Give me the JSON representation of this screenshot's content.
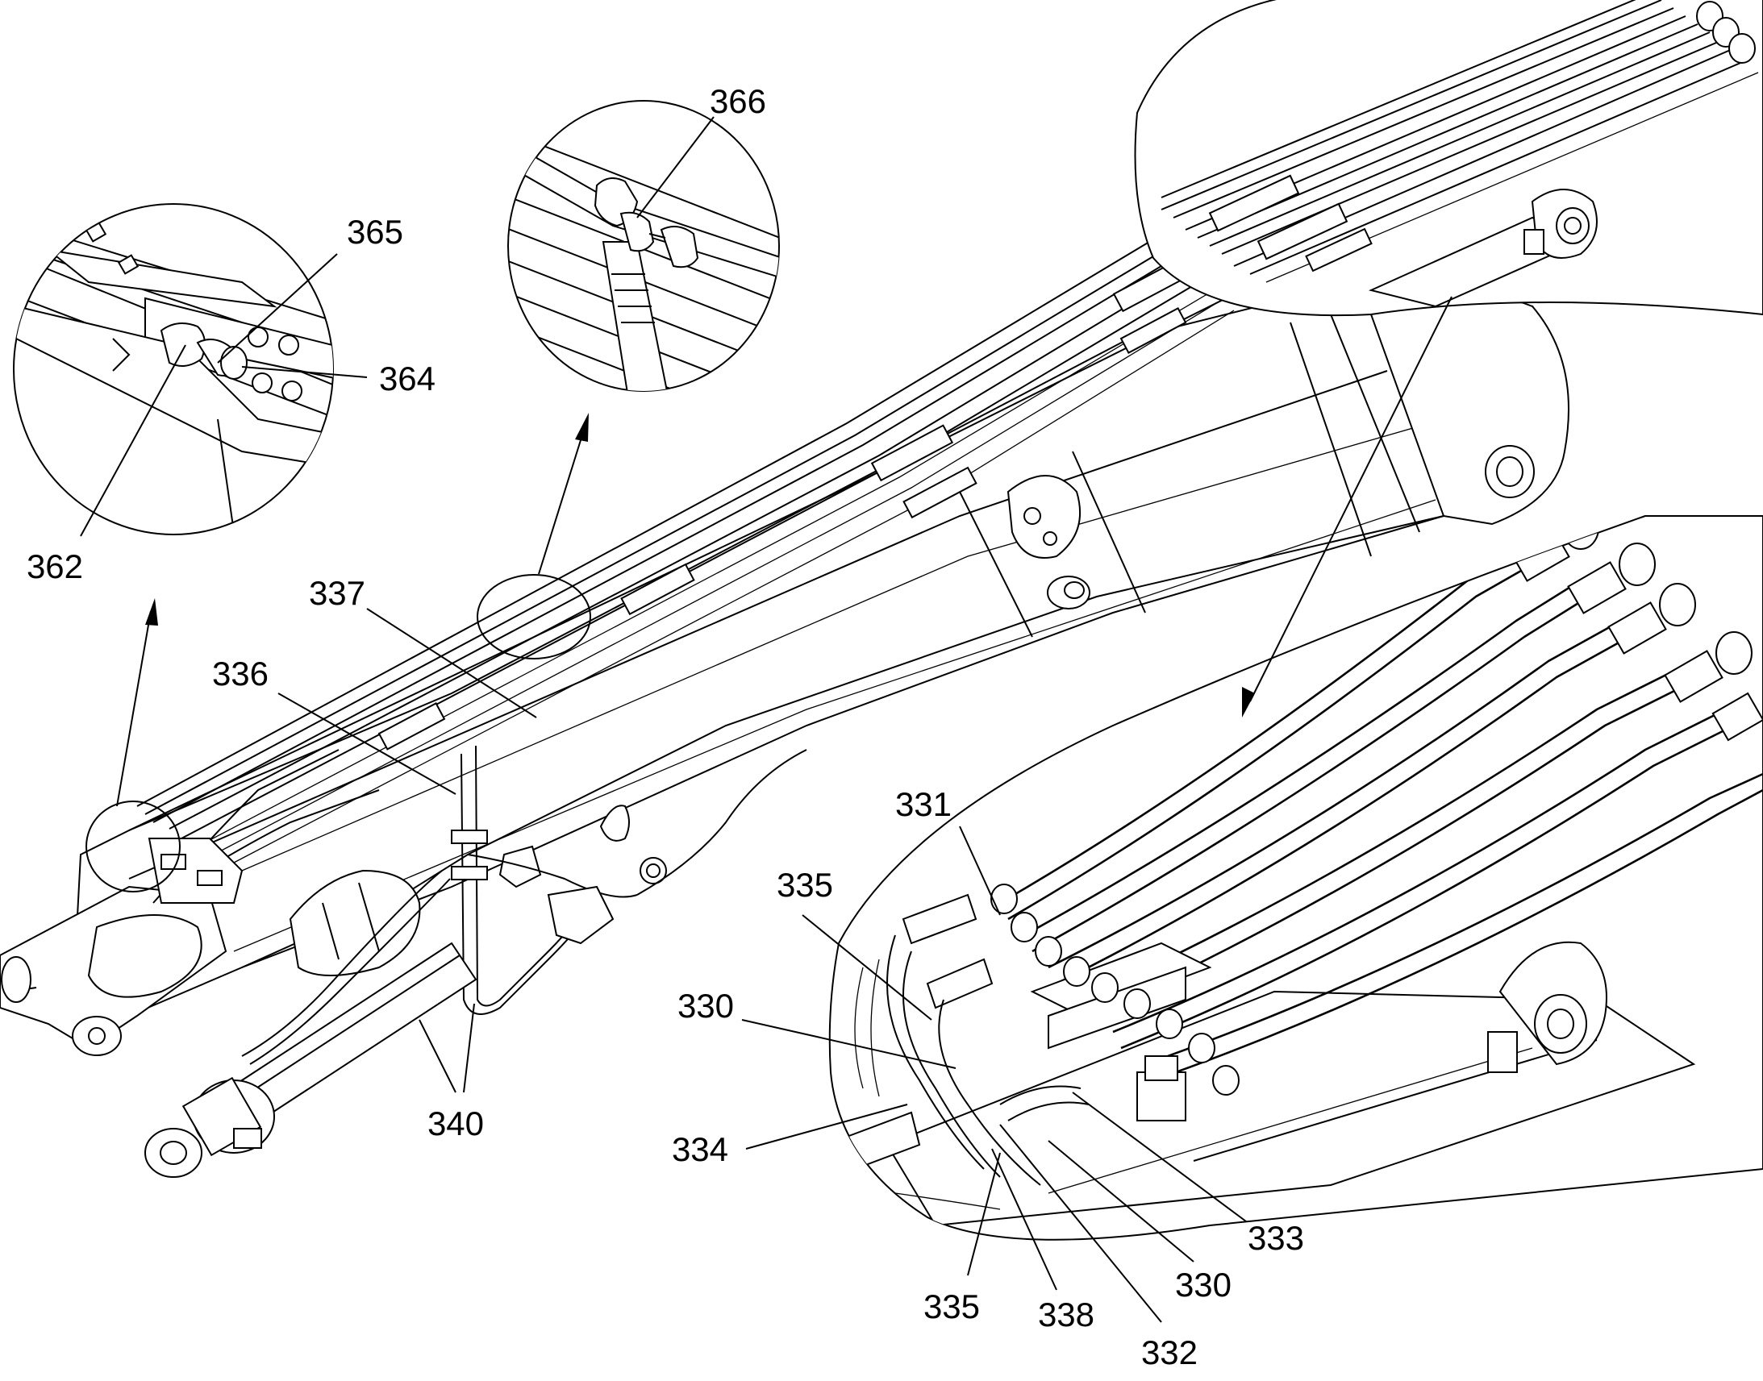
{
  "labels": {
    "l366": "366",
    "l365": "365",
    "l364": "364",
    "l362": "362",
    "l337": "337",
    "l336": "336",
    "l331": "331",
    "l335a": "335",
    "l330a": "330",
    "l334": "334",
    "l340": "340",
    "l335b": "335",
    "l338": "338",
    "l332": "332",
    "l330b": "330",
    "l333": "333"
  }
}
